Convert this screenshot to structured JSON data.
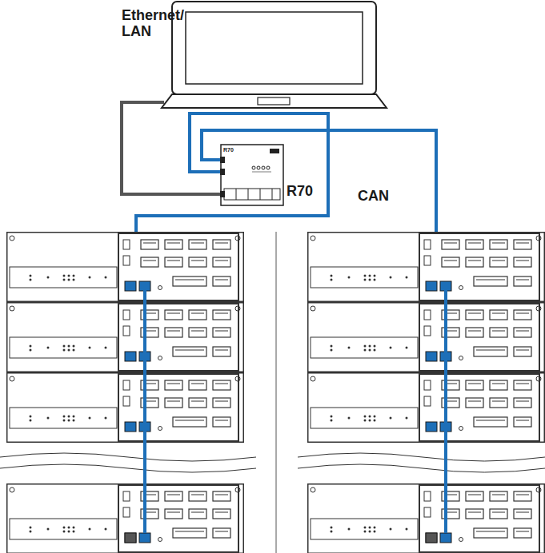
{
  "diagram": {
    "nodes": [
      {
        "text": [
          "R70"
        ]
      }
    ],
    "labels": [
      "Ethernet/ LAN",
      "CAN",
      "R70"
    ]
  }
}
